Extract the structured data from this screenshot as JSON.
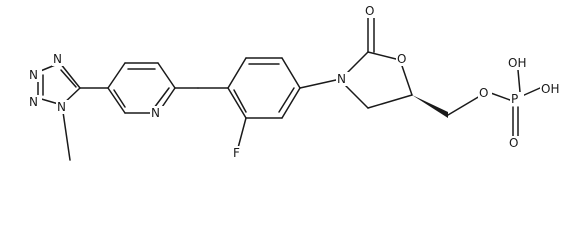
{
  "molecule": {
    "atoms": {
      "tetrazole_n1": "N",
      "tetrazole_n2": "N",
      "tetrazole_n3": "N",
      "tetrazole_n4": "N",
      "pyridine_n": "N",
      "fluorine": "F",
      "oxazolidinone_n": "N",
      "carbonyl_o": "O",
      "ring_o": "O",
      "ester_o": "O",
      "phosphorus": "P",
      "hydroxyl_1": "OH",
      "hydroxyl_2": "OH",
      "phosphoryl_o": "O"
    }
  }
}
